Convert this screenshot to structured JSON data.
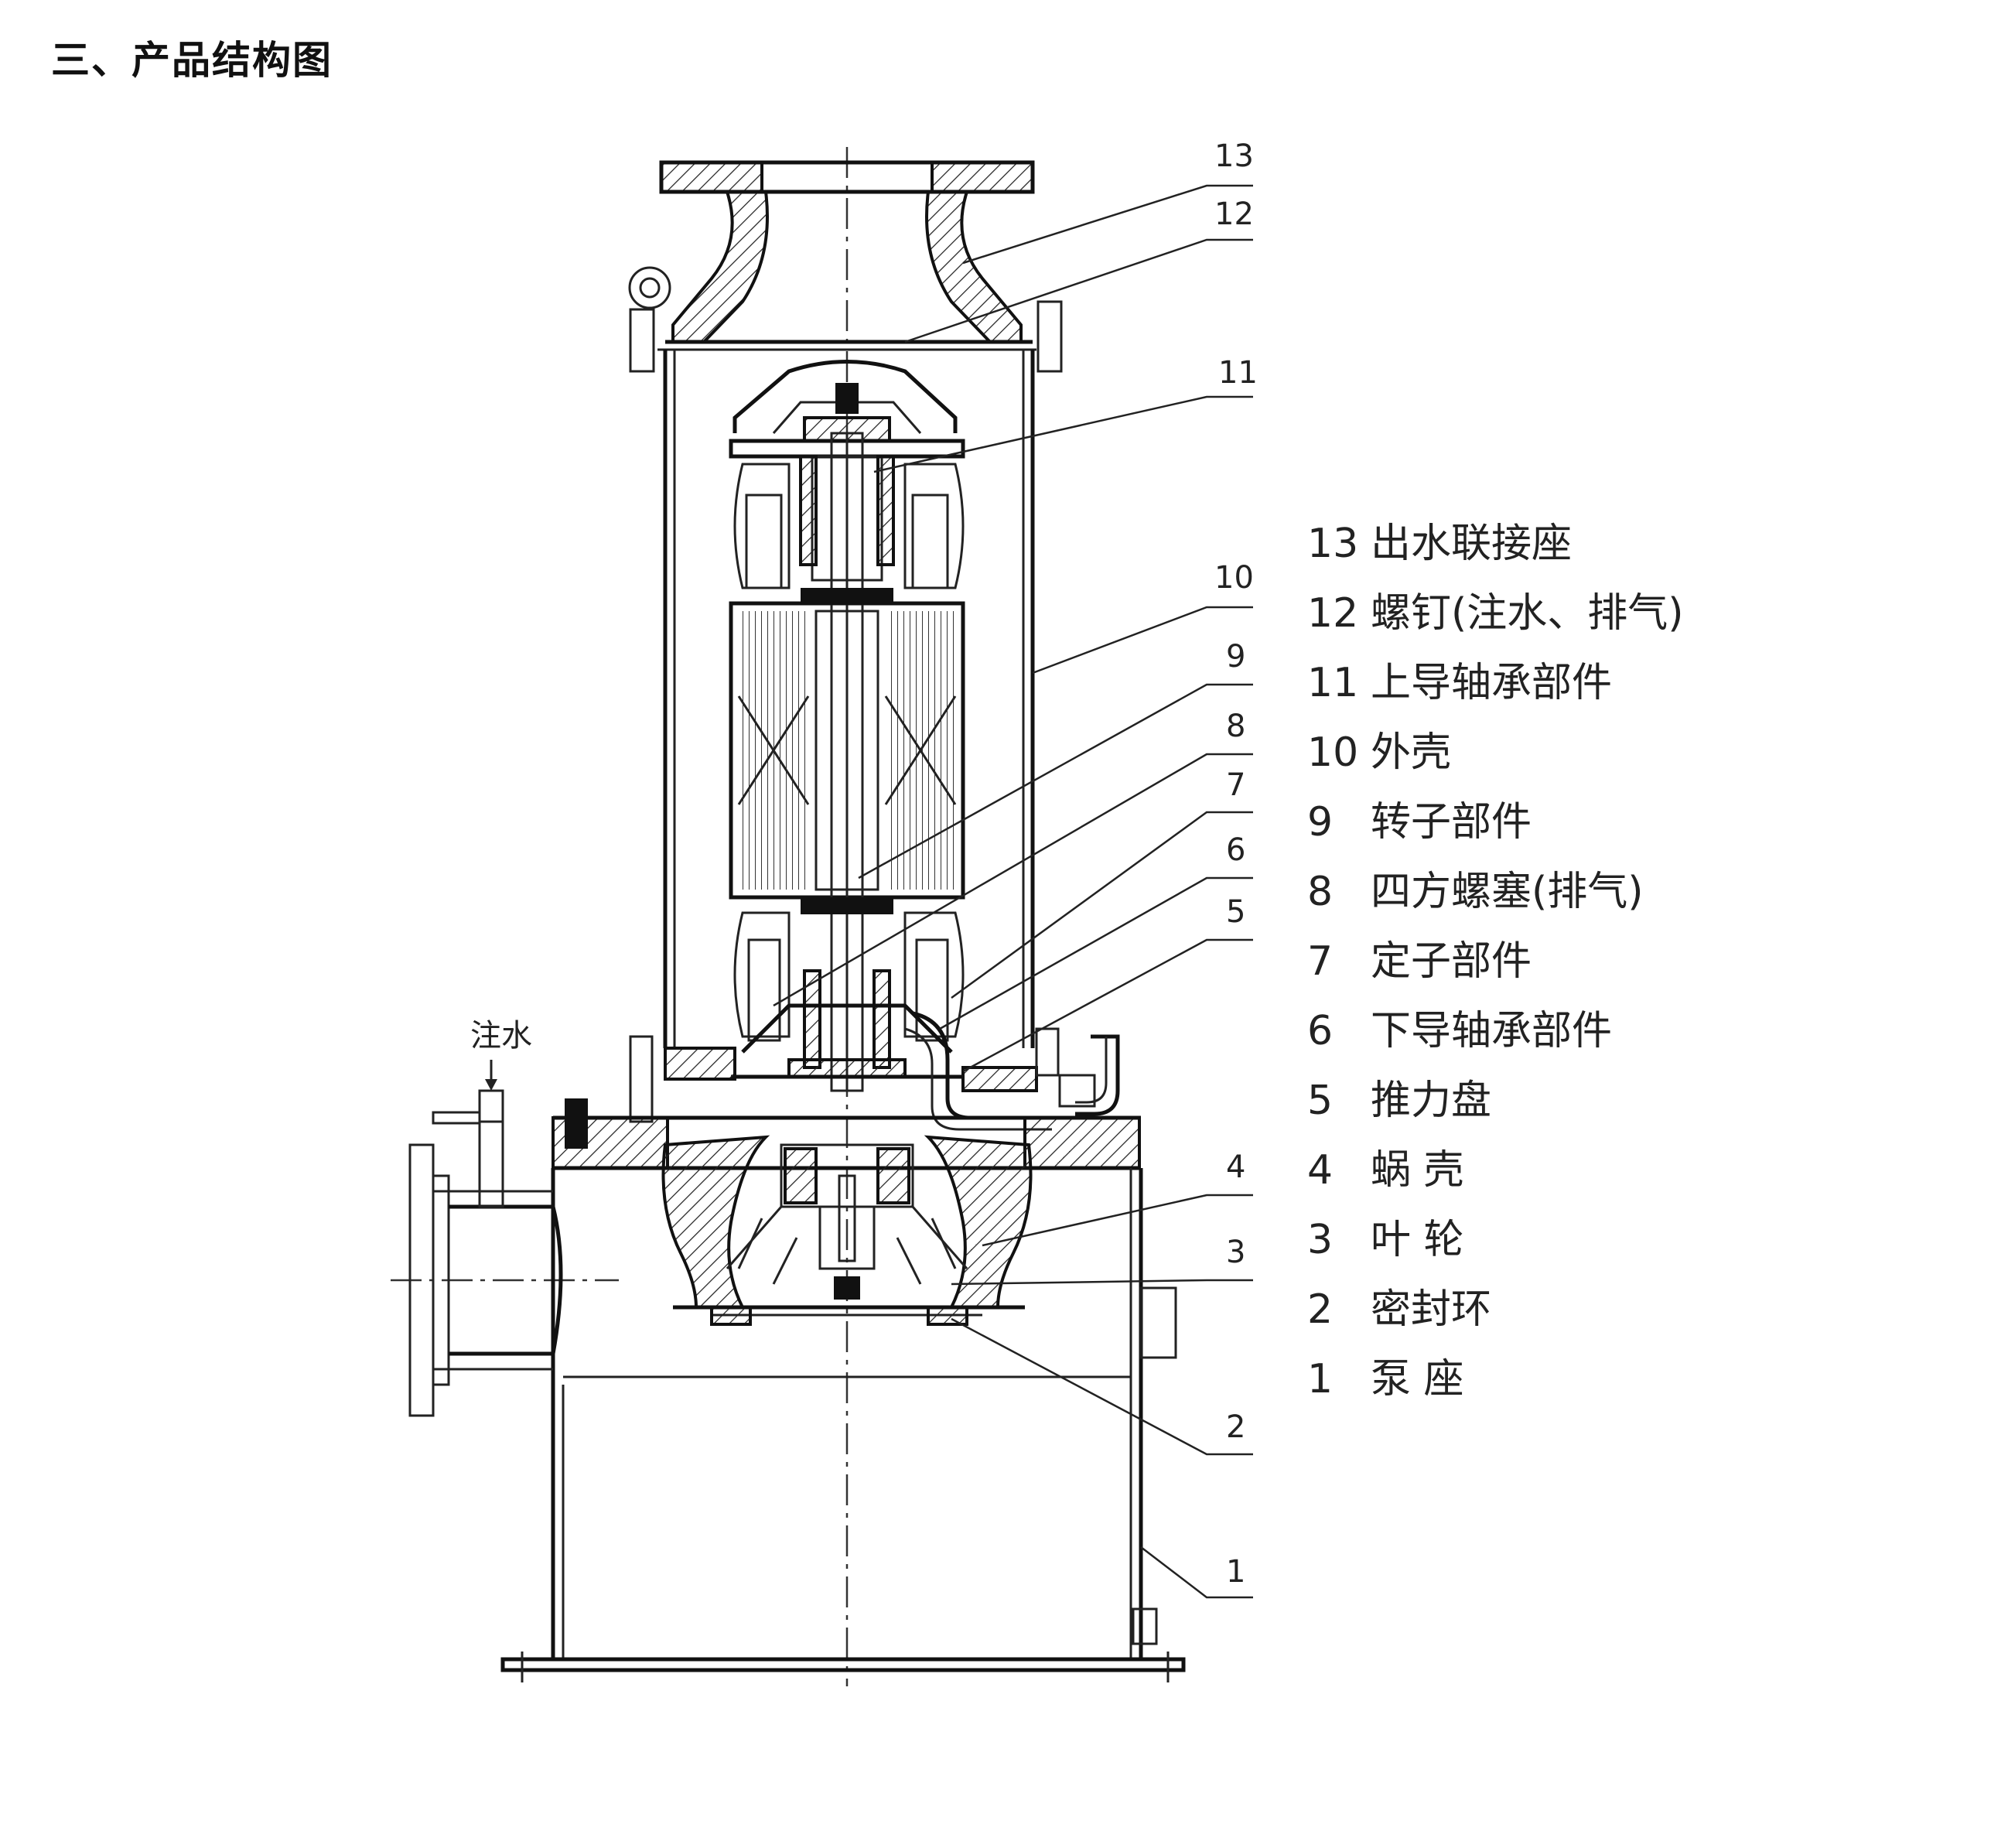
{
  "title": "三、产品结构图",
  "inlet_label": "注水",
  "callouts": [
    "13",
    "12",
    "11",
    "10",
    "9",
    "8",
    "7",
    "6",
    "5",
    "4",
    "3",
    "2",
    "1"
  ],
  "legend": [
    {
      "num": "13",
      "name": "出水联接座"
    },
    {
      "num": "12",
      "name": "螺钉(注水、排气)"
    },
    {
      "num": "11",
      "name": "上导轴承部件"
    },
    {
      "num": "10",
      "name": "外壳"
    },
    {
      "num": "9",
      "name": "转子部件"
    },
    {
      "num": "8",
      "name": "四方螺塞(排气)"
    },
    {
      "num": "7",
      "name": "定子部件"
    },
    {
      "num": "6",
      "name": "下导轴承部件"
    },
    {
      "num": "5",
      "name": "推力盘"
    },
    {
      "num": "4",
      "name": "蜗 壳"
    },
    {
      "num": "3",
      "name": "叶 轮"
    },
    {
      "num": "2",
      "name": "密封环"
    },
    {
      "num": "1",
      "name": "泵 座"
    }
  ]
}
